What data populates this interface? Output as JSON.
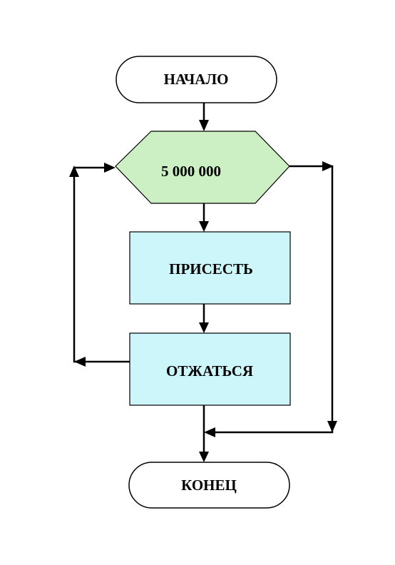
{
  "nodes": {
    "start": {
      "label": "НАЧАЛО",
      "shape": "terminal"
    },
    "loop": {
      "label": "5 000 000",
      "shape": "hexagon-preparation"
    },
    "squat": {
      "label": "ПРИСЕСТЬ",
      "shape": "process"
    },
    "pushup": {
      "label": "ОТЖАТЬСЯ",
      "shape": "process"
    },
    "end": {
      "label": "КОНЕЦ",
      "shape": "terminal"
    }
  },
  "edges": [
    {
      "from": "start",
      "to": "loop"
    },
    {
      "from": "loop",
      "to": "squat"
    },
    {
      "from": "squat",
      "to": "pushup"
    },
    {
      "from": "pushup",
      "to": "loop",
      "kind": "loop-back"
    },
    {
      "from": "loop",
      "to": "end",
      "kind": "loop-exit"
    }
  ],
  "colors": {
    "loop_fill": "#ccf0c4",
    "process_fill": "#ccf6fa",
    "terminal_fill": "#ffffff",
    "stroke": "#000000"
  }
}
